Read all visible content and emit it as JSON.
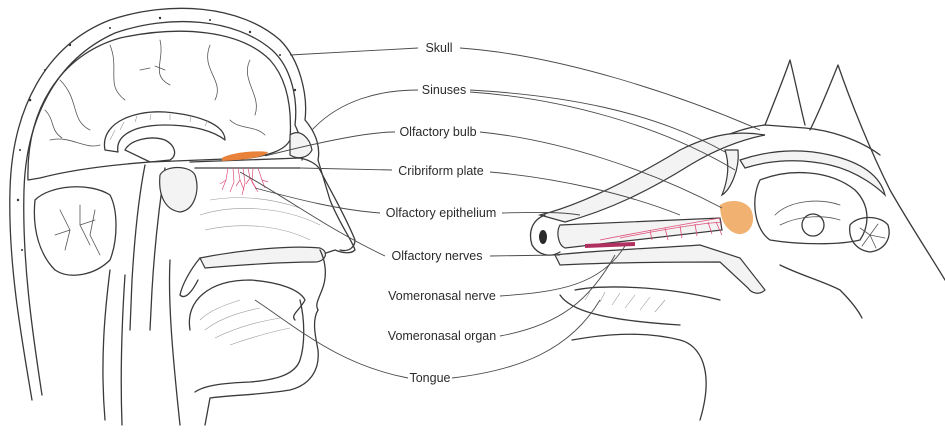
{
  "diagram": {
    "title": "Human vs. dog olfactory anatomy (sagittal sections)",
    "labels": [
      {
        "id": "skull",
        "text": "Skull"
      },
      {
        "id": "sinuses",
        "text": "Sinuses"
      },
      {
        "id": "olfactory-bulb",
        "text": "Olfactory bulb"
      },
      {
        "id": "cribriform-plate",
        "text": "Cribriform plate"
      },
      {
        "id": "olfactory-epithelium",
        "text": "Olfactory epithelium"
      },
      {
        "id": "olfactory-nerves",
        "text": "Olfactory nerves"
      },
      {
        "id": "vomeronasal-nerve",
        "text": "Vomeronasal nerve"
      },
      {
        "id": "vomeronasal-organ",
        "text": "Vomeronasal organ"
      },
      {
        "id": "tongue",
        "text": "Tongue"
      }
    ],
    "subjects": [
      "human-head",
      "dog-head"
    ],
    "colors": {
      "olfactory_bulb": "#e8823a",
      "olfactory_bulb_dog": "#f0a860",
      "olfactory_nerves": "#e0507a",
      "vomeronasal": "#b03060",
      "ink": "#3a3a3a"
    }
  }
}
